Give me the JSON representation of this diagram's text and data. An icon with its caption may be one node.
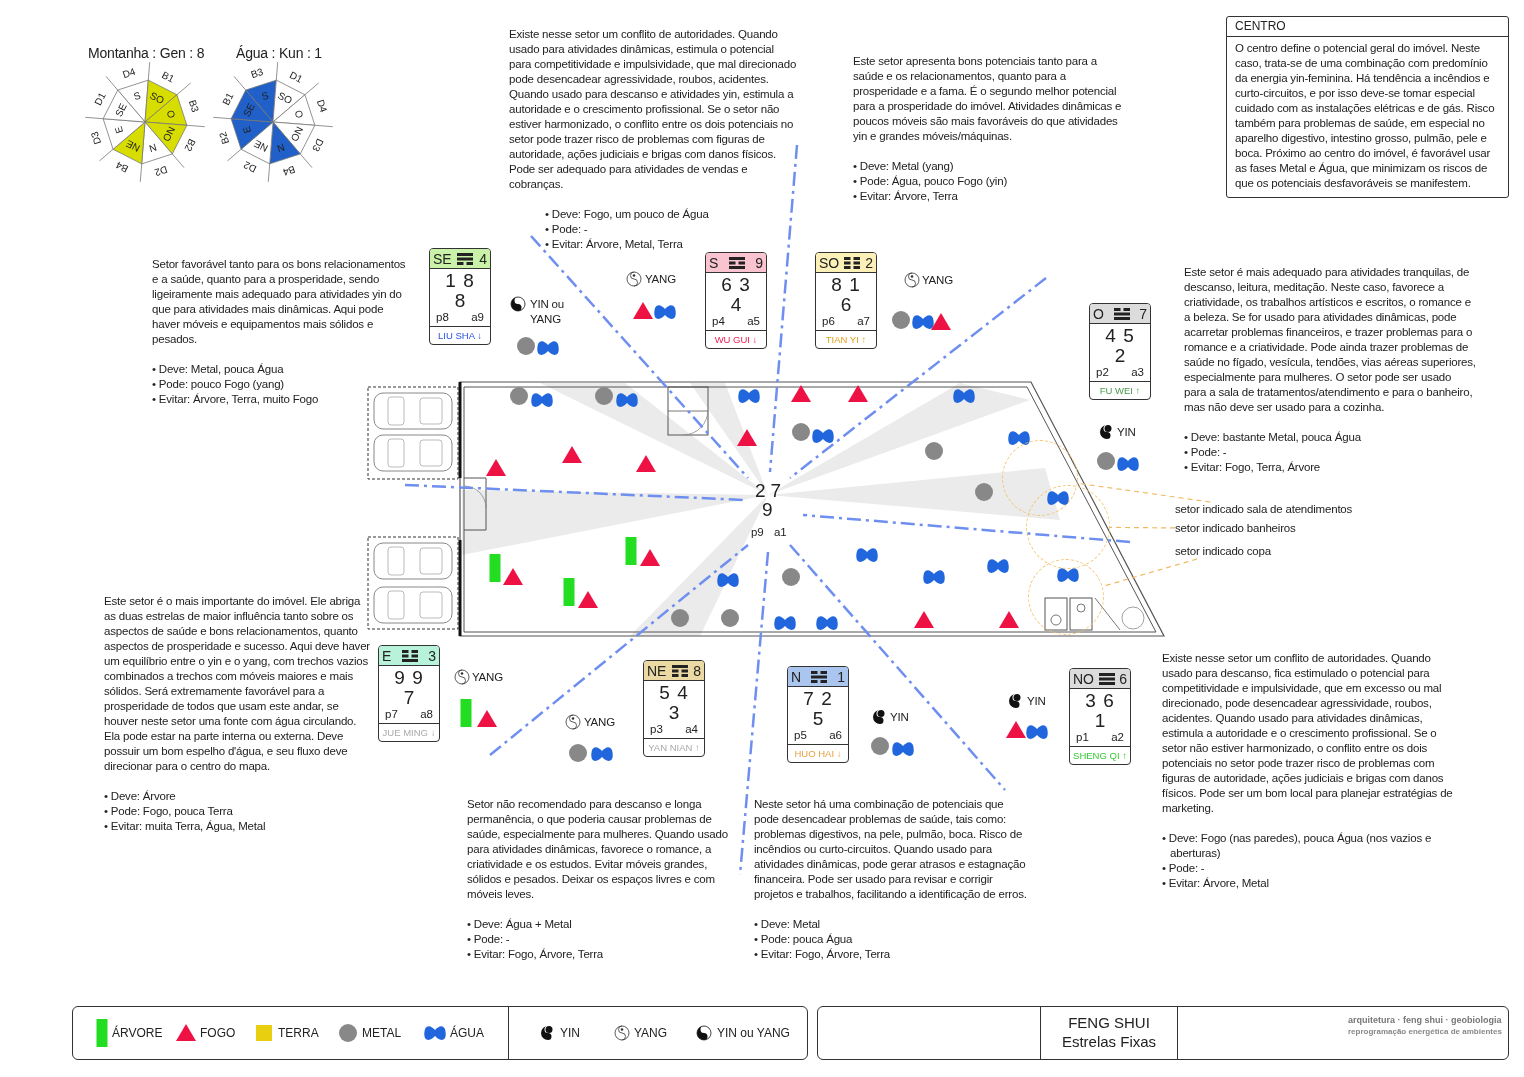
{
  "diagram": {
    "title": "FENG SHUI Estrelas Fixas",
    "nodes": [
      {
        "text": [
          "CENTRO",
          "O centro define o potencial geral do imóvel. Neste caso, trata-se de uma combinação com predomínio da energia yin-feminina. Há tendência a incêndios e curto-circuitos, e por isso deve-se tomar especial cuidado com as instalações elétricas e de gás. Risco também para problemas de saúde, em especial no aparelho digestivo, intestino grosso, pulmão, pele e boca. Próximo ao centro do imóvel, é favorável usar as fases Metal e Água, que minimizam os riscos de que os potenciais desfavoráveis se manifestem."
        ]
      },
      {
        "text": [
          "SE",
          "4",
          "1 8",
          "8",
          "p8",
          "a9",
          "LIU SHA ↓"
        ]
      },
      {
        "text": [
          "S",
          "9",
          "6 3",
          "4",
          "p4",
          "a5",
          "WU GUI ↓"
        ]
      },
      {
        "text": [
          "SO",
          "2",
          "8 1",
          "6",
          "p6",
          "a7",
          "TIAN YI ↑"
        ]
      },
      {
        "text": [
          "O",
          "7",
          "4 5",
          "2",
          "p2",
          "a3",
          "FU WEI ↑"
        ]
      },
      {
        "text": [
          "setor indicado sala de atendimentos"
        ]
      },
      {
        "text": [
          "setor indicado banheiros"
        ]
      },
      {
        "text": [
          "setor indicado copa"
        ]
      },
      {
        "text": [],
        "shape": "circle"
      },
      {
        "text": [],
        "shape": "circle"
      },
      {
        "text": [],
        "shape": "circle"
      },
      {
        "text": [
          "E",
          "3",
          "9 9",
          "7",
          "p7",
          "a8",
          "JUE MING ↓"
        ]
      },
      {
        "text": [
          "NE",
          "8",
          "5 4",
          "3",
          "p3",
          "a4",
          "YAN NIAN ↑"
        ]
      },
      {
        "text": [
          "N",
          "1",
          "7 2",
          "5",
          "p5",
          "a6",
          "HUO HAI ↓"
        ]
      },
      {
        "text": [
          "NO",
          "6",
          "3 6",
          "1",
          "p1",
          "a2",
          "SHENG QI ↑"
        ]
      }
    ],
    "edges": [
      {
        "from": 5,
        "to": 8,
        "arrow": "none",
        "style": "dashed"
      },
      {
        "from": 6,
        "to": 9,
        "arrow": "none",
        "style": "dashed"
      },
      {
        "from": 7,
        "to": 10,
        "arrow": "none",
        "style": "dashed"
      }
    ],
    "labels": [
      "Montanha : Gen : 8",
      "D4",
      "B1",
      "B3",
      "B2",
      "D2",
      "B4",
      "D3",
      "D1",
      "S",
      "SO",
      "O",
      "NO",
      "N",
      "NE",
      "E",
      "SE",
      "Água : Kun : 1",
      "B3",
      "D1",
      "D4",
      "D3",
      "D2",
      "B4",
      "B2",
      "B1",
      "S",
      "SO",
      "O",
      "NO",
      "N",
      "NE",
      "E",
      "SE",
      "Existe nesse setor um conflito de autoridades. Quando usado para atividades dinâmicas, estimula o potencial para competitividade e impulsividade, que mal direcionado pode desencadear agressividade, roubos, acidentes. Quando usado para descanso e atividades yin, estimula a autoridade e o crescimento profissional. Se o setor não estiver harmonizado, o conflito entre os dois potenciais no setor pode trazer risco de problemas com figuras de autoridade, ações judiciais e brigas com danos físicos. Pode ser adequado para atividades de vendas e cobranças.",
      "• Deve: Fogo, um pouco de Água",
      "• Pode: -",
      "• Evitar: Árvore, Metal, Terra",
      "Este setor apresenta bons potenciais tanto para a saúde e os relacionamentos, quanto para a prosperidade e a fama. É o segundo melhor potencial para a prosperidade do imóvel. Atividades dinâmicas e poucos móveis são mais favoráveis do que atividades yin e grandes móveis/máquinas.",
      "• Deve: Metal (yang)",
      "• Pode: Água, pouco Fogo (yin)",
      "• Evitar: Árvore, Terra",
      "Setor favorável tanto para os bons relacionamentos e a saúde, quanto para a prosperidade, sendo ligeiramente mais adequado para atividades yin do que para atividades mais dinâmicas. Aqui pode haver móveis e equipamentos mais sólidos e pesados.",
      "• Deve: Metal, pouca Água",
      "• Pode: pouco Fogo (yang)",
      "• Evitar: Árvore, Terra, muito Fogo",
      "YANG",
      "YANG",
      "YIN ou YANG",
      "Este setor é mais adequado para atividades tranquilas, de descanso, leitura, meditação. Neste caso, favorece a criatividade, os trabalhos artísticos e escritos, o romance e a beleza. Se for usado para atividades dinâmicas, pode acarretar problemas financeiros, e trazer problemas para o romance e a criatividade. Pode ainda trazer problemas de saúde no fígado, vesícula, tendões, vias aéreas superiores, especialmente para mulheres. O setor pode ser usado para a sala de tratamentos/atendimento e para o banheiro, mas não deve ser usado para a cozinha.",
      "• Deve: bastante Metal, pouca Água",
      "• Pode: -",
      "• Evitar: Fogo, Terra, Árvore",
      "YIN",
      "2 7",
      "9",
      "p9",
      "a1",
      "Este setor é o mais importante do imóvel. Ele abriga as duas estrelas de maior influência tanto sobre os aspectos de saúde e bons relacionamentos, quanto aspectos de prosperidade e sucesso. Aqui deve haver um equilíbrio entre o yin e o yang, com trechos vazios combinados a trechos com móveis maiores e mais sólidos. Será extremamente favorável para a prosperidade de todos que usam este andar, se houver neste setor uma fonte com água circulando. Ela pode estar na parte interna ou externa. Deve possuir um bom espelho d'água, e seu fluxo deve direcionar para o centro do mapa.",
      "• Deve: Árvore",
      "• Pode: Fogo, pouca Terra",
      "• Evitar: muita Terra, Água, Metal",
      "YANG",
      "YIN",
      "YIN",
      "YANG",
      "Existe nesse setor um conflito de autoridades. Quando usado para descanso, fica estimulado o potencial para competitividade e impulsividade, que em excesso ou mal direcionado, pode desencadear agressividade, roubos, acidentes. Quando usado para atividades dinâmicas, estimula a autoridade e o crescimento profissional. Se o setor não estiver harmonizado, o conflito entre os dois potenciais no setor pode trazer risco de problemas com figuras de autoridade, ações judiciais e brigas com danos físicos. Pode ser um bom local para planejar estratégias de marketing.",
      "• Deve: Fogo (nas paredes), pouca Água (nos vazios e aberturas)",
      "• Pode: -",
      "• Evitar: Árvore, Metal",
      "Setor não recomendado para descanso e longa permanência, o que poderia causar problemas de saúde, especialmente para mulheres. Quando usado para atividades dinâmicas, favorece o romance, a criatividade e os estudos. Evitar móveis grandes, sólidos e pesados. Deixar os espaços livres e com móveis leves.",
      "• Deve: Água + Metal",
      "• Pode: -",
      "• Evitar: Fogo, Árvore, Terra",
      "Neste setor há uma combinação de potenciais que pode desencadear problemas de saúde, tais como: problemas digestivos, na pele, pulmão, boca. Risco de incêndios ou curto-circuitos. Quando usado para atividades dinâmicas, pode gerar atrasos e estagnação financeira. Pode ser usado para revisar e corrigir projetos e trabalhos, facilitando a identificação de erros.",
      "• Deve: Metal",
      "• Pode: pouca Água",
      "• Evitar: Fogo, Árvore, Terra",
      "arquitetura · feng shui · geobiologia",
      "reprogramação energética de ambientes"
    ],
    "legend": [
      {
        "text": "ÁRVORE",
        "color": "#22dd22"
      },
      {
        "text": "FOGO",
        "color": "#ee1144"
      },
      {
        "text": "TERRA",
        "color": "#e8d010"
      },
      {
        "text": "METAL",
        "color": "#888888"
      },
      {
        "text": "ÁGUA",
        "color": "#2266dd"
      },
      {
        "text": "YIN"
      },
      {
        "text": "YANG"
      },
      {
        "text": "YIN ou YANG"
      }
    ]
  }
}
